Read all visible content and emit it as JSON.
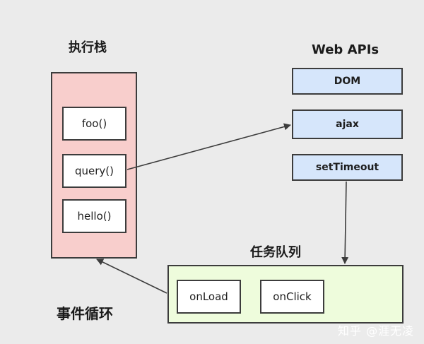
{
  "labels": {
    "call_stack": "执行栈",
    "web_apis": "Web APIs",
    "task_queue": "任务队列",
    "event_loop": "事件循环"
  },
  "call_stack": {
    "frames": [
      "foo()",
      "query()",
      "hello()"
    ]
  },
  "web_apis": {
    "items": [
      "DOM",
      "ajax",
      "setTimeout"
    ]
  },
  "task_queue": {
    "items": [
      "onLoad",
      "onClick"
    ]
  },
  "watermark": "知乎 @涯无凌",
  "colors": {
    "stack_fill": "#f8cecc",
    "api_fill": "#d6e6fb",
    "queue_fill": "#eefcdc",
    "border": "#3c3c3c",
    "background": "#ebebeb"
  }
}
